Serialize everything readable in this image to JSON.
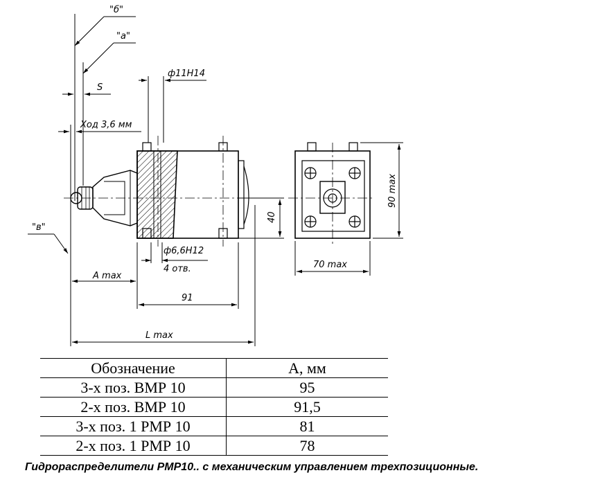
{
  "drawing": {
    "labels": {
      "view_b": "\"б\"",
      "view_a": "\"а\"",
      "view_v": "\"в\"",
      "s": "S",
      "bore": "ф11H14",
      "travel": "Ход 3,6 мм",
      "holes": "ф6,6H12",
      "holes_count": "4 отв.",
      "a_max": "A max",
      "dim_91": "91",
      "l_max": "L max",
      "dim_40": "40",
      "w_70": "70 max",
      "h_90": "90 max"
    }
  },
  "table": {
    "headers": [
      "Обозначение",
      "А, мм"
    ],
    "rows": [
      [
        "3-х поз. ВМР 10",
        "95"
      ],
      [
        "2-х поз. ВМР 10",
        "91,5"
      ],
      [
        "3-х поз. 1 РМР 10",
        "81"
      ],
      [
        "2-х поз. 1 РМР 10",
        "78"
      ]
    ]
  },
  "caption": "Гидрораспределители РМР10.. с механическим управлением трехпозиционные."
}
